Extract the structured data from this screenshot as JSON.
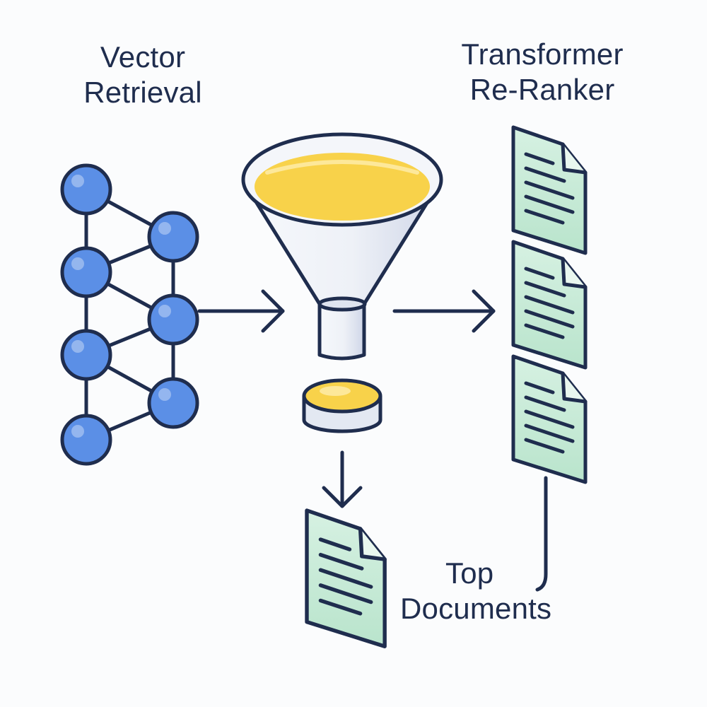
{
  "labels": {
    "vector_retrieval": [
      "Vector",
      "Retrieval"
    ],
    "transformer_reranker": [
      "Transformer",
      "Re-Ranker"
    ],
    "top_documents": [
      "Top",
      "Documents"
    ]
  },
  "icons": {
    "network": "neural-network-icon",
    "funnel": "funnel-icon",
    "filtered": "filtered-cylinder-icon",
    "document": "document-icon",
    "arrow": "arrow-icon"
  },
  "colors": {
    "outline": "#1f2d4e",
    "node_fill": "#5b8fe6",
    "funnel_liquid": "#f8d24a",
    "funnel_body": "#eef1f7",
    "document_fill": "#cfeedd",
    "document_fold": "#e9f7ef",
    "text": "#1f2d4e"
  }
}
